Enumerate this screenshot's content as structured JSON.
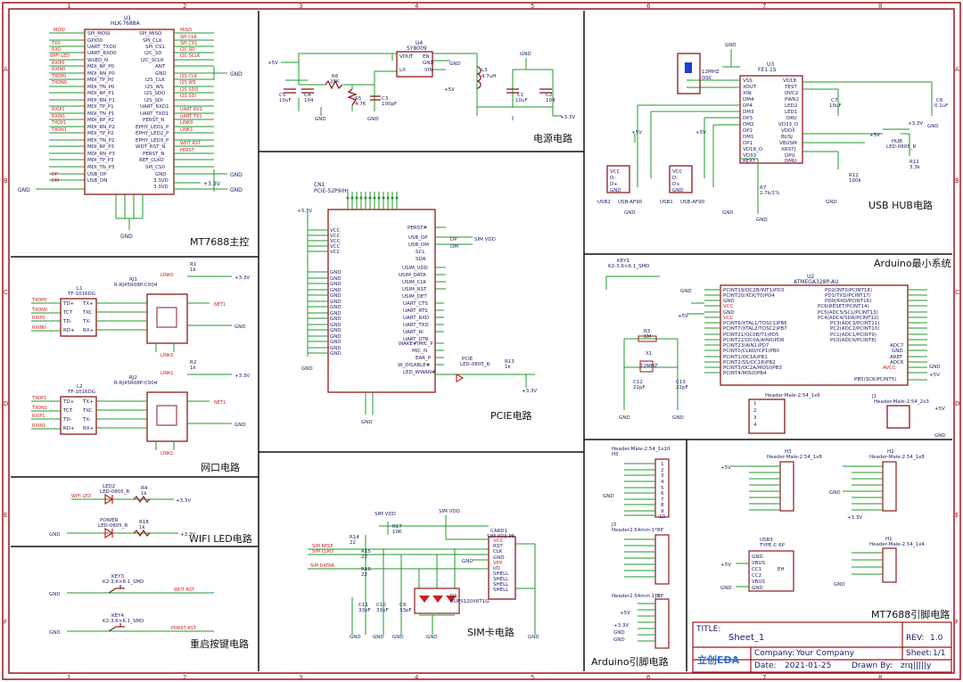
{
  "colors": {
    "frame": "#a0141e",
    "wire": "#1c9a2a",
    "part": "#8b1a1a",
    "text": "#1a1a66",
    "label": "#c81e1e"
  },
  "sections": {
    "mt7688": "MT7688主控",
    "power": "电源电路",
    "usbhub": "USB HUB电路",
    "ethernet": "网口电路",
    "pcie": "PCIE电路",
    "arduino_min": "Arduino最小系统",
    "wifi_led": "WIFI LED电路",
    "reset_key": "重启按键电路",
    "sim": "SIM卡电路",
    "arduino_pins": "Arduino引脚电路",
    "mt7688_pins": "MT7688引脚电路"
  },
  "title_block": {
    "title_label": "TITLE:",
    "title": "Sheet_1",
    "rev_label": "REV:",
    "rev": "1.0",
    "company_label": "Company:",
    "company": "Your Company",
    "sheet_label": "Sheet:",
    "sheet": "1/1",
    "date_label": "Date:",
    "date": "2021-01-25",
    "drawn_label": "Drawn By:",
    "drawn": "zrq|||||y",
    "logo": "立创EDA"
  },
  "components": {
    "u1": {
      "ref": "U1",
      "value": "HLK-7688A"
    },
    "u4": {
      "ref": "U4",
      "value": "SY8009"
    },
    "u3": {
      "ref": "U3",
      "value": "FE1.1S"
    },
    "cn1": {
      "ref": "CN1",
      "value": "PCIE-52P90H"
    },
    "u2": {
      "ref": "U2",
      "value": "ATMEGA328P-AU"
    },
    "card1": {
      "ref": "CARD1",
      "value": "SIM-003-P6"
    },
    "rj1": {
      "ref": "RJ1",
      "value": "R-RJ45R08P-C004"
    },
    "rj2": {
      "ref": "RJ2",
      "value": "R-RJ45R08P-C004"
    },
    "l1": {
      "ref": "L1",
      "value": "TF-1016DG"
    },
    "l2": {
      "ref": "L2",
      "value": "TF-1016DG"
    },
    "usb1": {
      "ref": "USB1",
      "value": "USB-AF90"
    },
    "usb2": {
      "ref": "USB2",
      "value": "USB-AF90"
    },
    "usb3": {
      "ref": "USB3",
      "value": "TYPE-C 6P"
    }
  },
  "nets": {
    "gnd": "GND",
    "v33": "+3.3V",
    "v5": "+5V",
    "simvdd": "SIM VDD"
  }
}
